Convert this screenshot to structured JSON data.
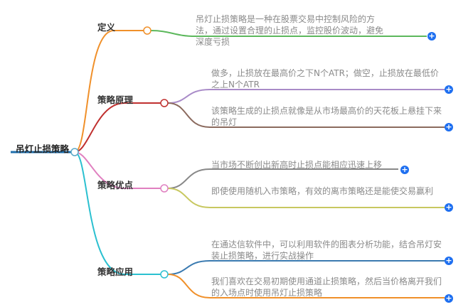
{
  "root": {
    "label": "吊灯止损策略"
  },
  "branches": [
    {
      "label": "定义",
      "color": "#f0902a",
      "leaves": [
        {
          "text": "吊灯止损策略是一种在股票交易中控制风险的方法，通过设置合理的止损点，监控股价波动，避免深度亏损",
          "color": "#5cb85c"
        }
      ]
    },
    {
      "label": "策略原理",
      "color": "#c0302f",
      "leaves": [
        {
          "text": "做多，止损放在最高价之下N个ATR；做空，止损放在最低价之上N个ATR",
          "color": "#a98bc8"
        },
        {
          "text": "该策略生成的止损点就像是从市场最高价的天花板上悬挂下来的吊灯",
          "color": "#8b6a5e"
        }
      ]
    },
    {
      "label": "策略优点",
      "color": "#e080c0",
      "leaves": [
        {
          "text": "当市场不断创出新高时止损点能相应迅速上移",
          "color": "#888888"
        },
        {
          "text": "即使使用随机入市策略，有效的离市策略还是能使交易赢利",
          "color": "#c8c860"
        }
      ]
    },
    {
      "label": "策略应用",
      "color": "#2bc0d0",
      "leaves": [
        {
          "text": "在通达信软件中，可以利用软件的图表分析功能，结合吊灯安装止损策略，进行实战操作",
          "color": "#3a7ab0"
        },
        {
          "text": "我们喜欢在交易初期使用通道止损策略，然后当价格离开我们的入场点时使用吊灯止损策略",
          "color": "#f0902a"
        }
      ]
    }
  ],
  "plus_icon": "+"
}
